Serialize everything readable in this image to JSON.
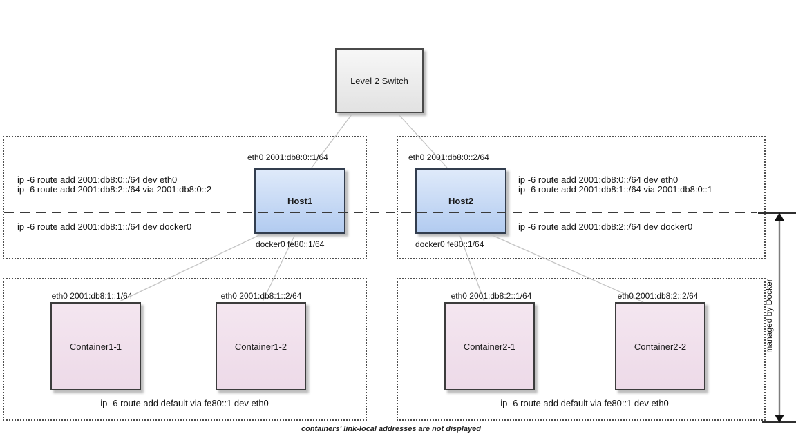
{
  "diagram": {
    "title_hint": "Docker IPv6 two-host network diagram",
    "switch": {
      "label": "Level 2 Switch"
    },
    "hosts": [
      {
        "label": "Host1",
        "eth0_label": "eth0 2001:db8:0::1/64",
        "docker0_label": "docker0 fe80::1/64",
        "routes_kernel": [
          "ip -6 route add 2001:db8:0::/64 dev eth0",
          "ip -6 route add 2001:db8:2::/64 via 2001:db8:0::2"
        ],
        "routes_docker": [
          "ip -6 route add 2001:db8:1::/64 dev docker0"
        ],
        "containers": [
          {
            "label": "Container1-1",
            "eth0_label": "eth0 2001:db8:1::1/64"
          },
          {
            "label": "Container1-2",
            "eth0_label": "eth0 2001:db8:1::2/64"
          }
        ],
        "container_route": "ip -6 route add default via fe80::1 dev eth0"
      },
      {
        "label": "Host2",
        "eth0_label": "eth0 2001:db8:0::2/64",
        "docker0_label": "docker0 fe80::1/64",
        "routes_kernel": [
          "ip -6 route add 2001:db8:0::/64 dev eth0",
          "ip -6 route add 2001:db8:1::/64 via 2001:db8:0::1"
        ],
        "routes_docker": [
          "ip -6 route add 2001:db8:2::/64 dev docker0"
        ],
        "containers": [
          {
            "label": "Container2-1",
            "eth0_label": "eth0 2001:db8:2::1/64"
          },
          {
            "label": "Container2-2",
            "eth0_label": "eth0 2001:db8:2::2/64"
          }
        ],
        "container_route": "ip -6 route add default via fe80::1 dev eth0"
      }
    ],
    "managed_by_label": "managed by Docker",
    "footnote": "containers' link-local addresses are not displayed",
    "colors": {
      "host_fill_top": "#dfeafa",
      "host_fill_bottom": "#b2cbf0",
      "container_fill_top": "#f4e6f0",
      "container_fill_bottom": "#eddae8",
      "switch_fill": "#ededed",
      "connector_line": "#c4c4c4",
      "dashed_boundary": "#3a3a3a"
    }
  }
}
